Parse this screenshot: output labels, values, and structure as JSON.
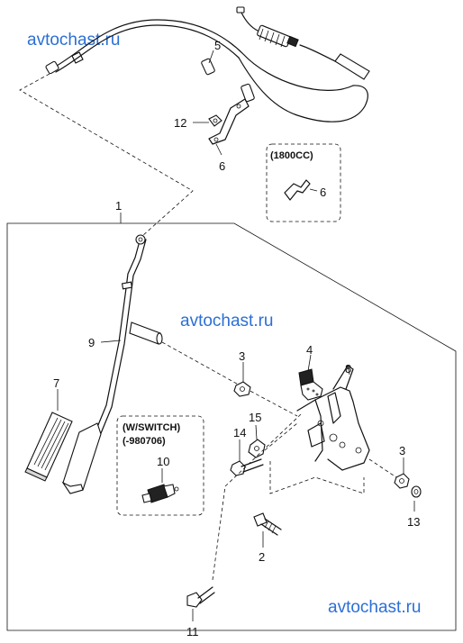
{
  "watermarks": {
    "top": "avtochast.ru",
    "middle": "avtochast.ru",
    "bottom": "avtochast.ru"
  },
  "callouts": {
    "cable": "5",
    "cable_bolt": "12",
    "cable_bracket": "6",
    "inset_bracket": "6",
    "assembly": "1",
    "pedal_arm": "9",
    "pedal_pad": "7",
    "nut_upper": "3",
    "stopper": "4",
    "pedal_bracket": "8",
    "nut_15": "15",
    "bolt_14": "14",
    "switch": "10",
    "nut_right": "3",
    "washer_13": "13",
    "stud_2": "2",
    "bolt_11": "11"
  },
  "insets": {
    "engine": {
      "label": "(1800CC)"
    },
    "switch": {
      "label_1": "(W/SWITCH)",
      "label_2": "(-980706)"
    }
  }
}
